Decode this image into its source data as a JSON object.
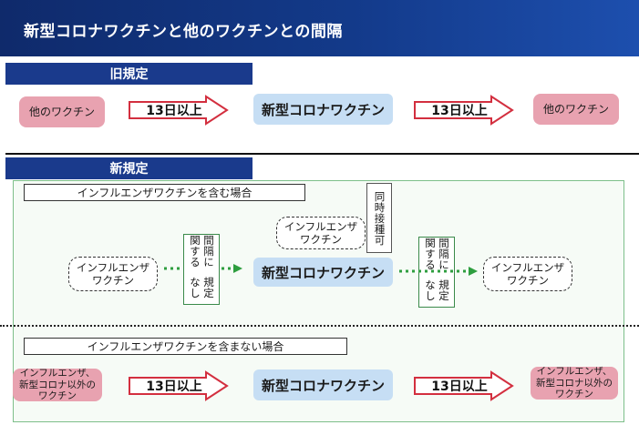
{
  "header": {
    "title": "新型コロナワクチンと他のワクチンとの間隔"
  },
  "old_rule": {
    "label": "旧規定",
    "left_box": "他のワクチン",
    "arrow1": "13日以上",
    "center_box": "新型コロナワクチン",
    "arrow2": "13日以上",
    "right_box": "他のワクチン"
  },
  "new_rule": {
    "label": "新規定",
    "with_flu": {
      "caption": "インフルエンザワクチンを含む場合",
      "left_box": [
        "インフルエンザ",
        "ワクチン"
      ],
      "left_interval": [
        "間隔に関する",
        "規定なし"
      ],
      "top_box": [
        "インフルエンザ",
        "ワクチン"
      ],
      "simultaneous": "同時接種可",
      "center_box": "新型コロナワクチン",
      "right_interval": [
        "間隔に関する",
        "規定なし"
      ],
      "right_box": [
        "インフルエンザ",
        "ワクチン"
      ]
    },
    "without_flu": {
      "caption": "インフルエンザワクチンを含まない場合",
      "left_box": [
        "インフルエンザ、",
        "新型コロナ以外の",
        "ワクチン"
      ],
      "arrow1": "13日以上",
      "center_box": "新型コロナワクチン",
      "arrow2": "13日以上",
      "right_box": [
        "インフルエンザ、",
        "新型コロナ以外の",
        "ワクチン"
      ]
    }
  },
  "colors": {
    "header": "#133a8a",
    "section_label": "#1a3a8c",
    "pink_box": "#e8a2b0",
    "blue_box": "#c6def4",
    "dotted_arrow": "#2e9e3f",
    "red_arrow": "#d32f3f",
    "green_frame": "#7dbf8a"
  }
}
